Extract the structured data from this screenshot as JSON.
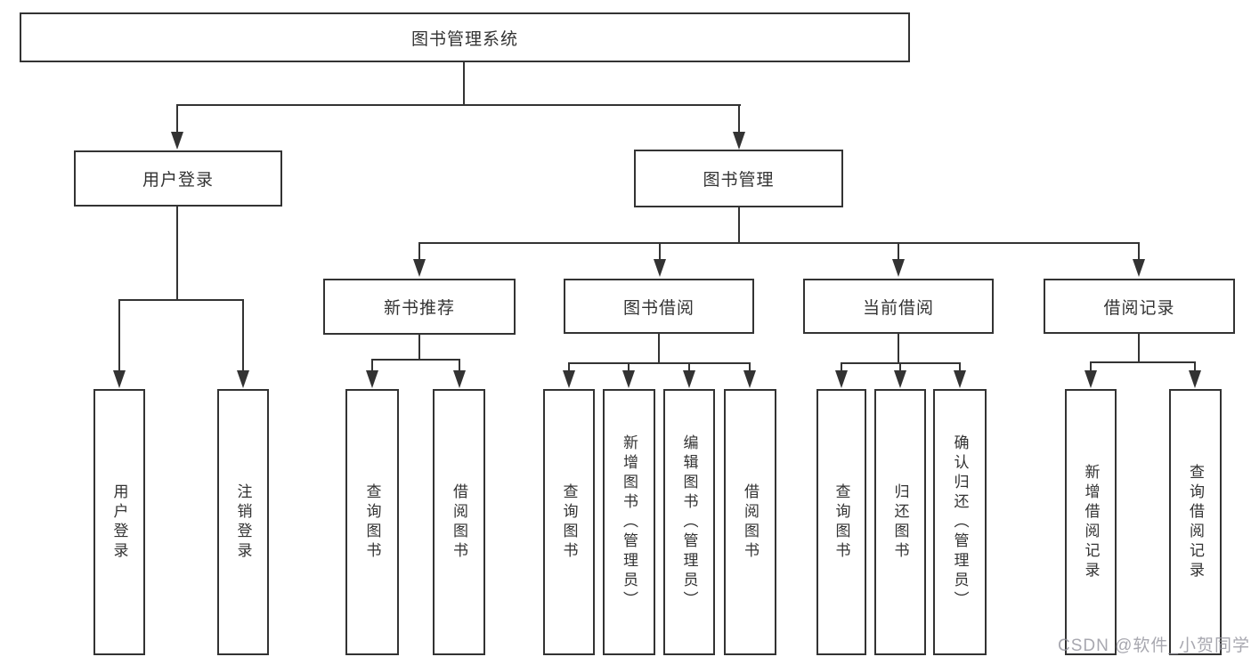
{
  "colors": {
    "line": "#333333",
    "text": "#333333",
    "box_background": "#ffffff",
    "page_background": "#ffffff",
    "watermark": "#9191a0"
  },
  "nodes": {
    "root": "图书管理系统",
    "user_login": "用户登录",
    "book_mgmt": "图书管理",
    "new_book_rec": "新书推荐",
    "book_borrow": "图书借阅",
    "current_borrow": "当前借阅",
    "borrow_record": "借阅记录",
    "ul_user_login": "用户登录",
    "ul_logout": "注销登录",
    "nbr_query_book": "查询图书",
    "nbr_borrow_book": "借阅图书",
    "bb_query_book": "查询图书",
    "bb_add_book": "新增图书（管理员）",
    "bb_edit_book": "编辑图书（管理员）",
    "bb_borrow_book": "借阅图书",
    "cb_query_book": "查询图书",
    "cb_return_book": "归还图书",
    "cb_confirm_return": "确认归还（管理员）",
    "br_add_record": "新增借阅记录",
    "br_query_record": "查询借阅记录"
  },
  "watermark": "CSDN @软件_小贺同学"
}
